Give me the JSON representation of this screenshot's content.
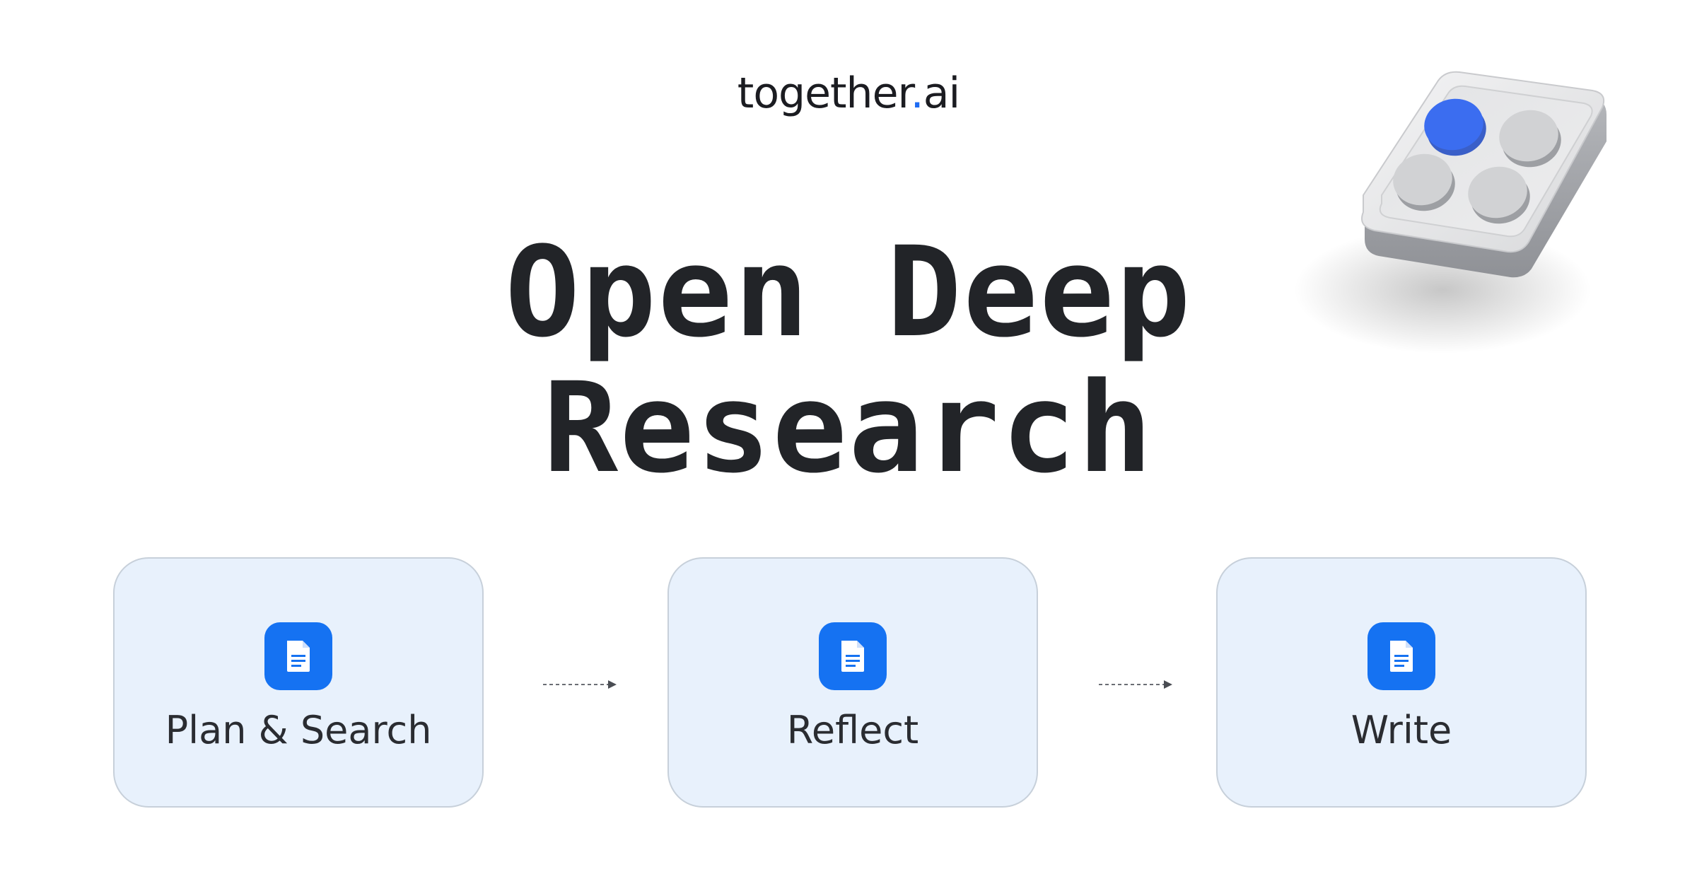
{
  "logo": {
    "brand": "together",
    "dot": ".",
    "suffix": "ai"
  },
  "title": {
    "line1": "Open Deep",
    "line2": "Research"
  },
  "steps": [
    {
      "label": "Plan & Search",
      "icon": "document-icon"
    },
    {
      "label": "Reflect",
      "icon": "document-icon"
    },
    {
      "label": "Write",
      "icon": "document-icon"
    }
  ],
  "colors": {
    "accent": "#1572f2",
    "card_bg": "#e8f1fc",
    "text": "#222428"
  },
  "decoration": {
    "icon": "keypad-chip-icon"
  }
}
